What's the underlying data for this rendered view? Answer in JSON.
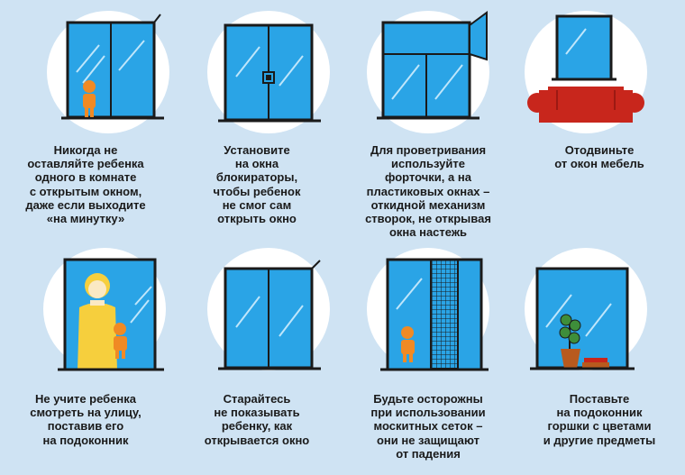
{
  "colors": {
    "background": "#cfe3f3",
    "circle": "#ffffff",
    "glass": "#2aa4e6",
    "frame": "#1a1a1a",
    "child": "#f08a24",
    "adult": "#f6cf3d",
    "sofa": "#c8261c",
    "pot": "#b85a1e"
  },
  "tips": [
    {
      "text": "Никогда не\nоставляйте ребенка\nодного в комнате\nс открытым окном,\nдаже если выходите\n«на минутку»",
      "icon": "open-window-child-icon"
    },
    {
      "text": "Установите\nна окна\nблокираторы,\nчтобы ребенок\nне смог сам\nоткрыть окно",
      "icon": "window-lock-icon"
    },
    {
      "text": "Для проветривания\nиспользуйте\nфорточки, а на\nпластиковых окнах –\nоткидной механизм\nстворок, не открывая\nокна настежь",
      "icon": "vent-window-icon"
    },
    {
      "text": "Отодвиньте\nот окон мебель",
      "icon": "sofa-window-icon"
    },
    {
      "text": "Не учите ребенка\nсмотреть на улицу,\nпоставив его\nна подоконник",
      "icon": "adult-child-window-icon"
    },
    {
      "text": "Старайтесь\nне показывать\nребенку, как\nоткрывается окно",
      "icon": "opening-window-icon"
    },
    {
      "text": "Будьте осторожны\nпри использовании\nмоскитных сеток –\nони не защищают\nот падения",
      "icon": "mosquito-net-icon"
    },
    {
      "text": "Поставьте\nна подоконник\nгоршки с цветами\nи другие предметы",
      "icon": "flowerpot-window-icon"
    }
  ]
}
